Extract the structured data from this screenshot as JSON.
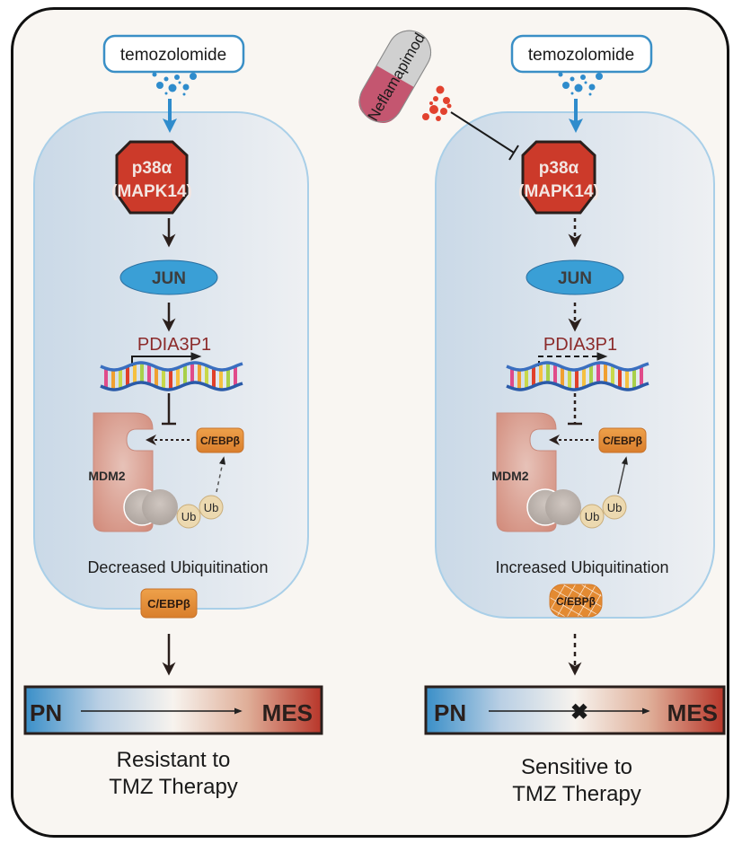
{
  "colors": {
    "background": "#f9f6f2",
    "frame_border": "#111111",
    "cell_fill_left": "#cddbe8",
    "cell_fill_right": "#eceef1",
    "cell_border": "#a9cfe8",
    "drug_box_border": "#3a8fc6",
    "drug_particles": "#2f8ccc",
    "p38_fill": "#cc3a2a",
    "jun_fill": "#3a9fd6",
    "pdia_text": "#8b2a2a",
    "cebpb_fill": "#e38a32",
    "mdm2_fill": "#d99a8c",
    "ub_fill": "#ecd9b0",
    "inhibitor_pill_top": "#cfcfcf",
    "inhibitor_pill_bottom": "#c45670",
    "inhibitor_particles": "#e2422f",
    "gradient_start": "#3a8fc8",
    "gradient_mid": "#f6f3ee",
    "gradient_end": "#b8362a"
  },
  "left_panel": {
    "drug_label": "temozolomide",
    "kinase_line1": "p38α",
    "kinase_line2": "(MAPK14)",
    "tf_label": "JUN",
    "gene_label": "PDIA3P1",
    "ligase_label": "MDM2",
    "substrate_label": "C/EBPβ",
    "ub1_label": "Ub",
    "ub2_label": "Ub",
    "ubiquitination_status": "Decreased Ubiquitination",
    "output_protein_label": "C/EBPβ",
    "transition_start": "PN",
    "transition_end": "MES",
    "outcome_line1": "Resistant to",
    "outcome_line2": "TMZ Therapy",
    "arrows_style": "solid"
  },
  "right_panel": {
    "inhibitor_label": "Neflamapimod",
    "drug_label": "temozolomide",
    "kinase_line1": "p38α",
    "kinase_line2": "(MAPK14)",
    "tf_label": "JUN",
    "gene_label": "PDIA3P1",
    "ligase_label": "MDM2",
    "substrate_label": "C/EBPβ",
    "ub1_label": "Ub",
    "ub2_label": "Ub",
    "ubiquitination_status": "Increased Ubiquitination",
    "output_protein_label": "C/EBPβ",
    "transition_start": "PN",
    "transition_end": "MES",
    "transition_blocked_mark": "✖",
    "outcome_line1": "Sensitive to",
    "outcome_line2": "TMZ Therapy",
    "arrows_style": "dashed"
  }
}
